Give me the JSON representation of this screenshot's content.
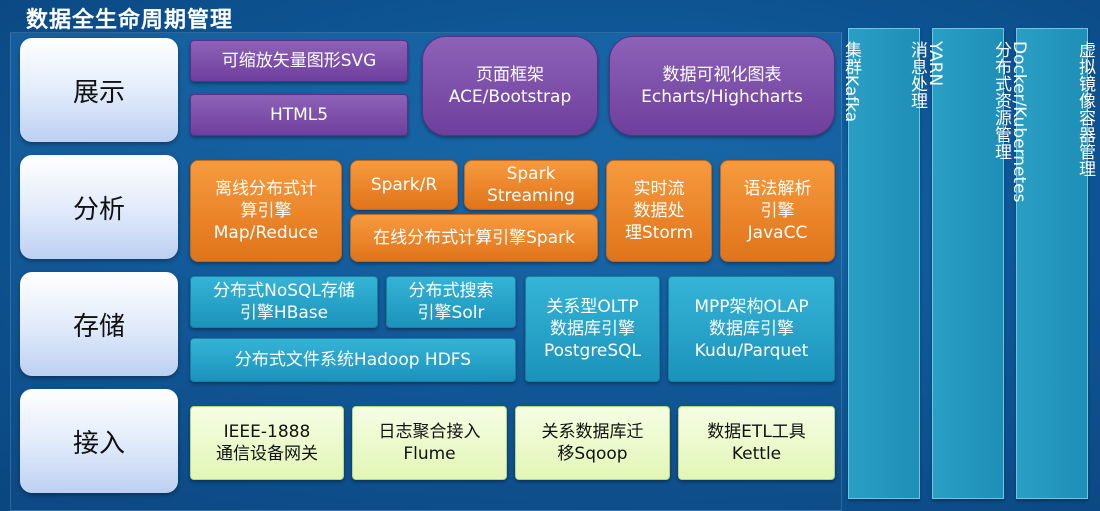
{
  "title": "数据全生命周期管理",
  "layers": {
    "display": "展示",
    "analysis": "分析",
    "storage": "存储",
    "ingest": "接入"
  },
  "display": {
    "svg": "可缩放矢量图形SVG",
    "html5": "HTML5",
    "framework": [
      "页面框架",
      "ACE/Bootstrap"
    ],
    "charts": [
      "数据可视化图表",
      "Echarts/Highcharts"
    ]
  },
  "analysis": {
    "offline": [
      "离线分布式计",
      "算引擎",
      "Map/Reduce"
    ],
    "spark_r": "Spark/R",
    "spark_streaming": [
      "Spark",
      "Streaming"
    ],
    "online": "在线分布式计算引擎Spark",
    "realtime": [
      "实时流",
      "数据处",
      "理Storm"
    ],
    "parser": [
      "语法解析",
      "引擎",
      "JavaCC"
    ]
  },
  "storage": {
    "nosql": [
      "分布式NoSQL存储",
      "引擎HBase"
    ],
    "search": [
      "分布式搜索",
      "引擎Solr"
    ],
    "hdfs": "分布式文件系统Hadoop HDFS",
    "oltp": [
      "关系型OLTP",
      "数据库引擎",
      "PostgreSQL"
    ],
    "olap": [
      "MPP架构OLAP",
      "数据库引擎",
      "Kudu/Parquet"
    ]
  },
  "ingest": {
    "ieee": [
      "IEEE-1888",
      "通信设备网关"
    ],
    "flume": [
      "日志聚合接入",
      "Flume"
    ],
    "sqoop": [
      "关系数据库迁",
      "移Sqoop"
    ],
    "kettle": [
      "数据ETL工具",
      "Kettle"
    ]
  },
  "side": {
    "kafka": [
      "消息处理",
      "集群Kafka"
    ],
    "yarn": [
      "分布式资源管理",
      "YARN"
    ],
    "docker": [
      "虚拟镜像容器管理",
      "Docker/Kubernetes"
    ]
  }
}
